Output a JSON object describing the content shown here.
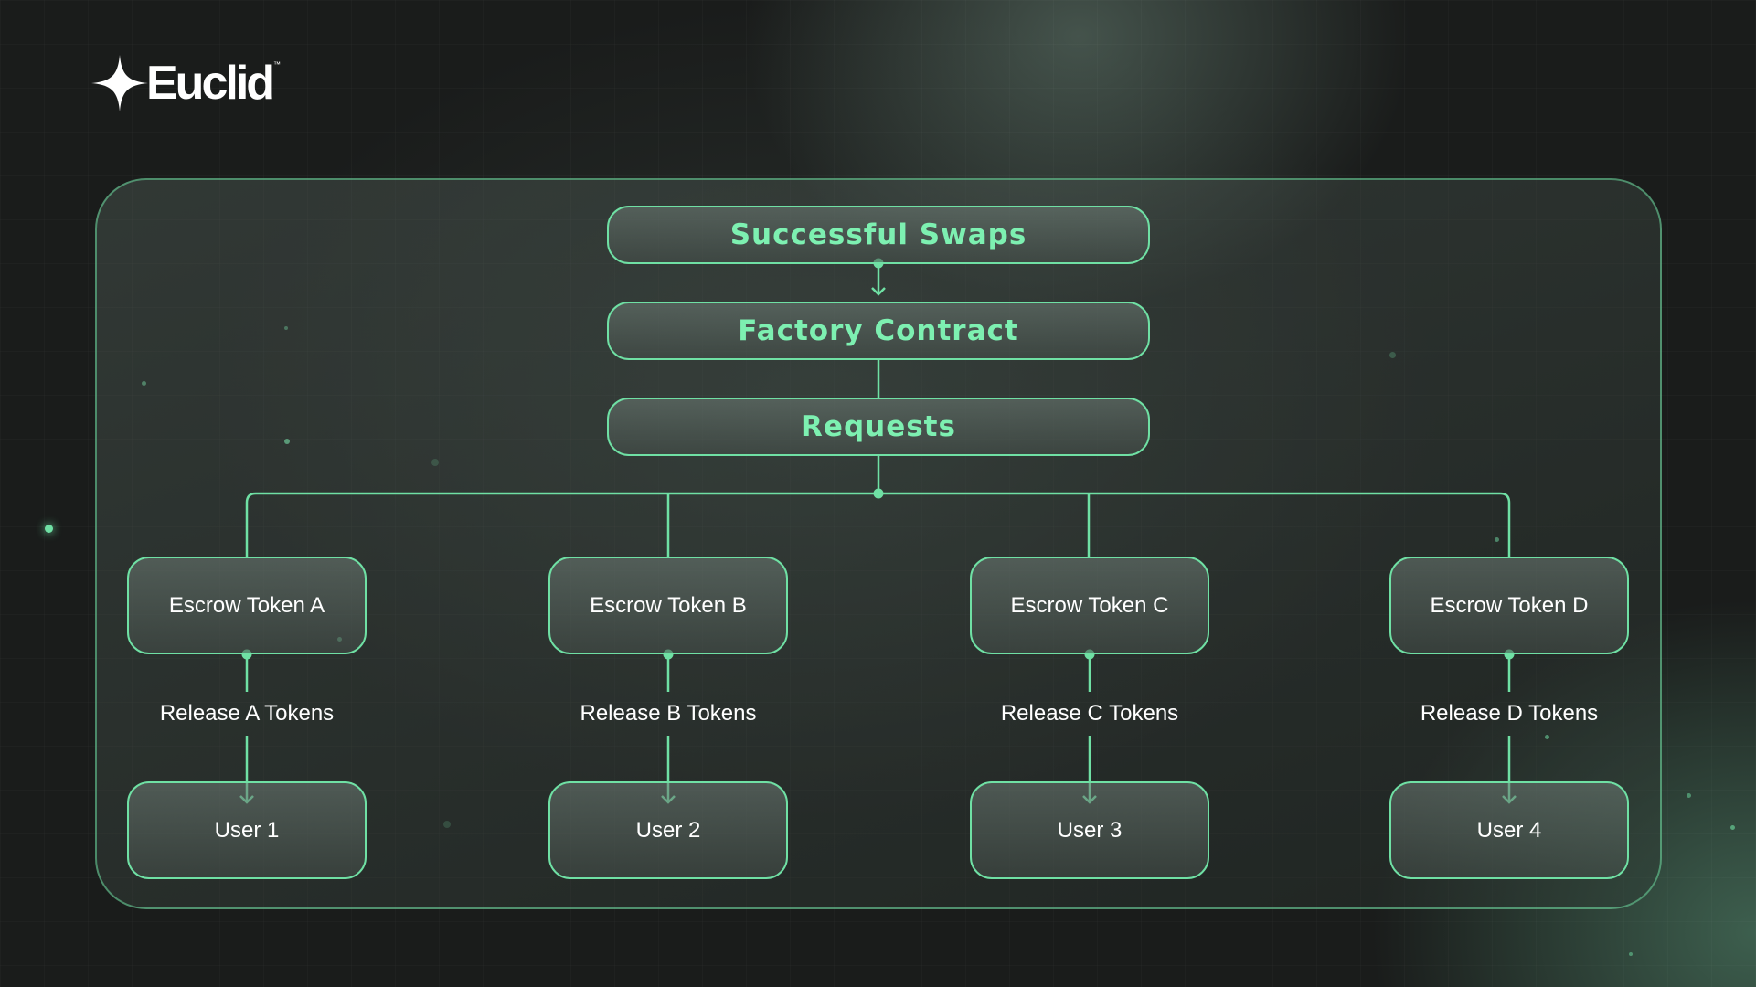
{
  "brand": {
    "name": "Euclid",
    "trademark": "™",
    "logo_icon": "four-point-star"
  },
  "colors": {
    "accent": "#6fe0a4",
    "title_text": "#7df0b1",
    "node_text": "#ffffff",
    "background": "#1a1c1b"
  },
  "diagram": {
    "top_nodes": [
      "Successful Swaps",
      "Factory Contract",
      "Requests"
    ],
    "branches": [
      {
        "escrow": "Escrow Token A",
        "release": "Release A Tokens",
        "user": "User 1"
      },
      {
        "escrow": "Escrow Token B",
        "release": "Release B Tokens",
        "user": "User 2"
      },
      {
        "escrow": "Escrow Token C",
        "release": "Release C Tokens",
        "user": "User 3"
      },
      {
        "escrow": "Escrow Token D",
        "release": "Release D Tokens",
        "user": "User 4"
      }
    ]
  }
}
